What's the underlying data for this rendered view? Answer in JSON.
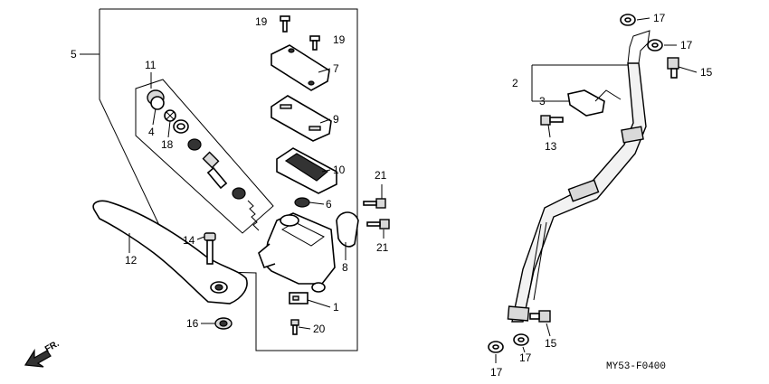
{
  "diagram_code": "MY53-F0400",
  "direction": "FR.",
  "callouts": {
    "c1": "1",
    "c2": "2",
    "c3": "3",
    "c4": "4",
    "c5": "5",
    "c6": "6",
    "c7": "7",
    "c8": "8",
    "c9": "9",
    "c10": "10",
    "c11": "11",
    "c12": "12",
    "c13": "13",
    "c14": "14",
    "c15a": "15",
    "c15b": "15",
    "c16": "16",
    "c17a": "17",
    "c17b": "17",
    "c17c": "17",
    "c17d": "17",
    "c18": "18",
    "c19a": "19",
    "c19b": "19",
    "c20": "20",
    "c21a": "21",
    "c21b": "21"
  }
}
